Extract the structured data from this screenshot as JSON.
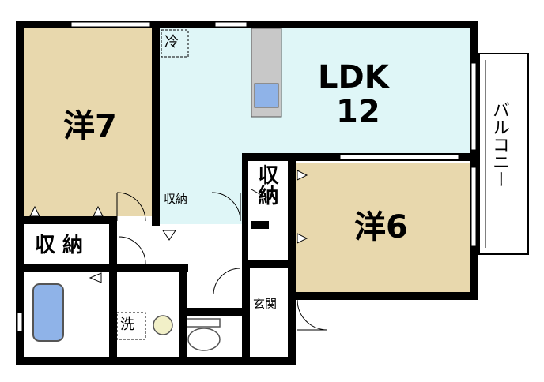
{
  "rooms": {
    "western7": "洋7",
    "ldk_title": "LDK",
    "ldk_size": "12",
    "western6": "洋6",
    "storage_large": "収 納",
    "storage_small": "収納",
    "storage_vertical": "収納",
    "fridge": "冷",
    "washer": "洗",
    "entrance": "玄関",
    "balcony": "バルコニー"
  },
  "colors": {
    "wood_floor": "#e8d8ad",
    "ldk_floor": "#dff6f7",
    "wall": "#000000",
    "bath": "#8fb3e8",
    "kitchen_counter": "#c8c8c8"
  }
}
